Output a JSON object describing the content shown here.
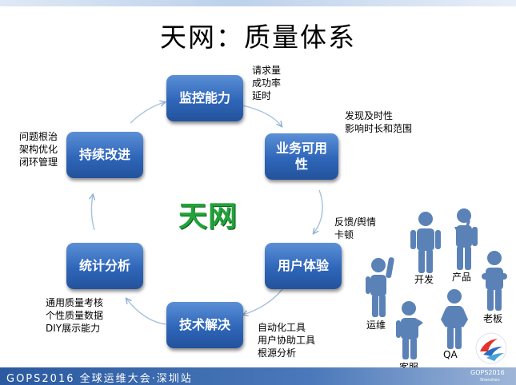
{
  "title": "天网：质量体系",
  "center_label": "天网",
  "nodes": {
    "monitor": "监控能力",
    "availability": "业务可用性",
    "experience": "用户体验",
    "solution": "技术解决",
    "analysis": "统计分析",
    "improve": "持续改进"
  },
  "notes": {
    "monitor": [
      "请求量",
      "成功率",
      "延时"
    ],
    "availability": [
      "发现及时性",
      "影响时长和范围"
    ],
    "experience": [
      "反馈/舆情",
      "卡顿"
    ],
    "solution": [
      "自动化工具",
      "用户协助工具",
      "根源分析"
    ],
    "analysis": [
      "通用质量考核",
      "个性质量数据",
      "DIY展示能力"
    ],
    "improve": [
      "问题根治",
      "架构优化",
      "闭环管理"
    ]
  },
  "roles": {
    "dev": "开发",
    "product": "产品",
    "ops": "运维",
    "boss": "老板",
    "qa": "QA",
    "support": "客服"
  },
  "footer": "GOPS2016 全球运维大会·深圳站",
  "logo": {
    "text": "GOPS2016",
    "sub": "Shenzhen"
  },
  "colors": {
    "node_blue": "#2f66b9",
    "center_green": "#22a33a",
    "person_blue": "#5b82b6",
    "footer_blue": "#2b5aa0"
  }
}
